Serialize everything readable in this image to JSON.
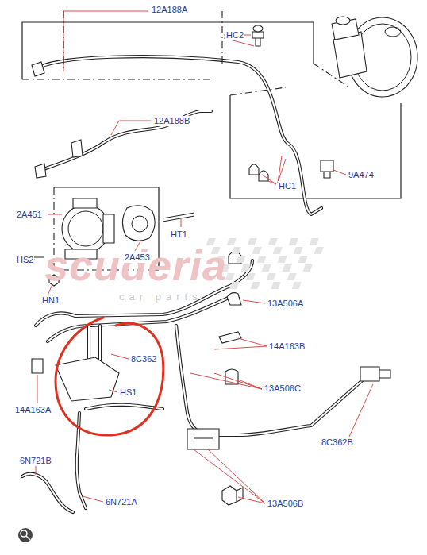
{
  "diagram": {
    "labels": [
      "12A188A",
      "HC2",
      "12A188B",
      "HC1",
      "9A474",
      "2A451",
      "2A453",
      "HT1",
      "HS2",
      "HN1",
      "13A506A",
      "14A163B",
      "8C362",
      "HS1",
      "13A506C",
      "14A163A",
      "8C362B",
      "6N721B",
      "6N721A",
      "13A506B",
      "scuderia",
      "car parts"
    ]
  }
}
